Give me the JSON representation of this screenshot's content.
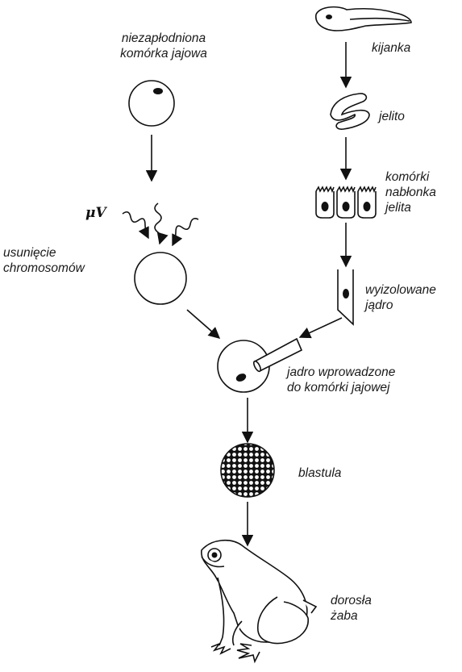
{
  "labels": {
    "unfertilized_egg": [
      "niezapłodniona",
      "komórka jajowa"
    ],
    "tadpole": "kijanka",
    "intestine": "jelito",
    "epithelial_cells": [
      "komórki",
      "nabłonka",
      "jelita"
    ],
    "uv": "μV",
    "chromosome_removal": [
      "usunięcie",
      "chromosomów"
    ],
    "isolated_nucleus": [
      "wyizolowane",
      "jądro"
    ],
    "nucleus_injected": [
      "jadro wprowadzone",
      "do komórki jajowej"
    ],
    "blastula": "blastula",
    "adult_frog": [
      "dorosła",
      "żaba"
    ]
  },
  "colors": {
    "line": "#111111",
    "text": "#1a1a1a"
  }
}
